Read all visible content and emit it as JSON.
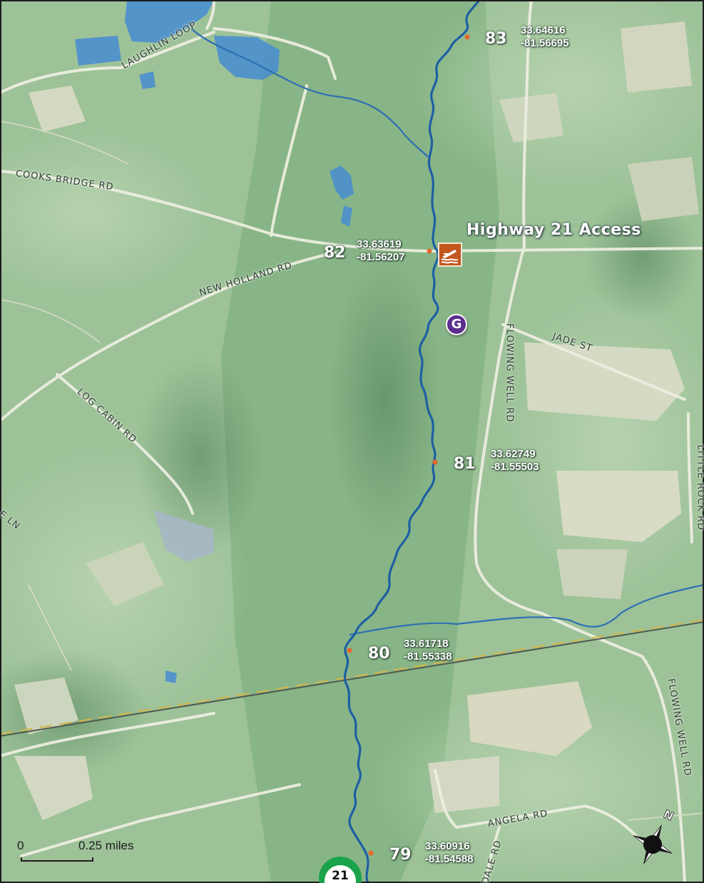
{
  "map": {
    "colors": {
      "forest": "#8fbb8c",
      "forest_dark": "#6f9f73",
      "field": "#d6d9c2",
      "water": "#4b8fce",
      "river": "#1e5fa3",
      "road": "#ededdf",
      "railroad": "#c8a83a",
      "access_icon": "#c2561d",
      "poi_marker": "#5b2e8c",
      "route_shield": "#1aa34a"
    },
    "roads": {
      "laughlin_loop": "LAUGHLIN LOOP",
      "cooks_bridge": "COOKS BRIDGE RD",
      "new_holland": "NEW HOLLAND RD",
      "log_cabin": "LOG CABIN RD",
      "partial_ln": "E LN",
      "jade": "JADE ST",
      "flowing_well_upper": "FLOWING WELL RD",
      "flowing_well_lower": "FLOWING WELL RD",
      "little_rock": "LITTLE ROCK RD",
      "angela": "ANGELA RD",
      "partial_dale": "DALE RD"
    },
    "access": {
      "name": "Highway 21 Access",
      "icon": "boat-ramp-icon"
    },
    "poi": {
      "label": "G",
      "icon": "map-marker-g"
    },
    "route_shield": {
      "number": "21"
    },
    "river_miles": [
      {
        "mile": "83",
        "lat": "33.64616",
        "lon": "-81.56695"
      },
      {
        "mile": "82",
        "lat": "33.63619",
        "lon": "-81.56207"
      },
      {
        "mile": "81",
        "lat": "33.62749",
        "lon": "-81.55503"
      },
      {
        "mile": "80",
        "lat": "33.61718",
        "lon": "-81.55338"
      },
      {
        "mile": "79",
        "lat": "33.60916",
        "lon": "-81.54588"
      }
    ],
    "scale": {
      "zero": "0",
      "distance": "0.25 miles"
    },
    "compass": {
      "north_label": "N",
      "icon": "compass-rose-icon"
    }
  }
}
